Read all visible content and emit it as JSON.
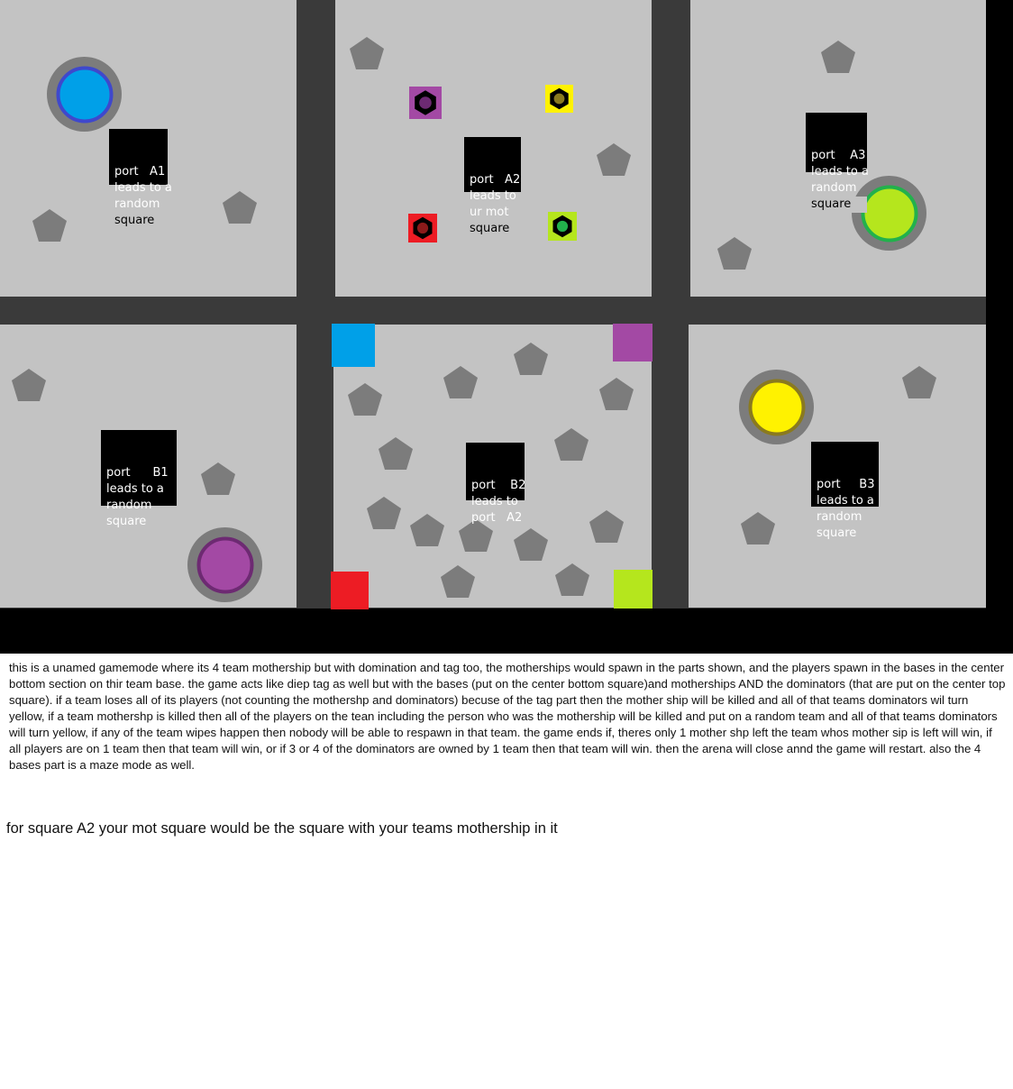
{
  "colors": {
    "road": "#3a3a3a",
    "square": "#c3c3c3",
    "pentagon": "#7c7c7c",
    "blue_team": "#00a0e8",
    "green_team": "#b5e61d",
    "yellow_team": "#fff200",
    "purple_team": "#a349a4",
    "red_team": "#ed1c24"
  },
  "ports": {
    "a1": {
      "lines": [
        "port   A1",
        "leads to a",
        "random",
        "square"
      ]
    },
    "a2": {
      "lines": [
        "port   A2",
        "leads to",
        "ur mot",
        "square"
      ]
    },
    "a3": {
      "lines": [
        "port    A3",
        "leads to a",
        "random",
        "square"
      ]
    },
    "b1": {
      "lines": [
        "port      B1",
        "leads to a",
        "random",
        "square"
      ]
    },
    "b2": {
      "lines": [
        "port    B2",
        "leads to",
        "port   A2"
      ]
    },
    "b3": {
      "lines": [
        "port     B3",
        "leads to a",
        "random",
        "square"
      ]
    }
  },
  "description": "this is a unamed gamemode where its 4 team mothership but with domination and tag too, the motherships would spawn in the parts shown, and the players spawn in the bases in the center bottom section on thir team base. the game acts like diep tag as well but with the bases (put on the center bottom square)and motherships AND the dominators (that are put on the center top square). if a team loses all of its players (not counting the mothershp and dominators) becuse of the tag part then the mother ship will be killed and all of that teams dominators wil turn yellow, if a team mothershp is killed then all of the players on the tean including the person who was the mothership will be killed and put on a random team and all of that teams dominators will turn yellow, if any of the team wipes happen then nobody will be able to  respawn in that team. the game ends if, theres only 1 mother shp left the team whos mother sip is left will win, if all players are on 1 team then that team will win, or if 3 or 4 of the dominators are owned by 1 team then that team will win. then the arena will close annd the game will restart. also the 4 bases part is a maze mode as well.",
  "note": "for square A2 your mot square would be the square with your teams mothership in it",
  "motherships": [
    "blue",
    "green",
    "yellow",
    "purple"
  ],
  "dominators": [
    "purple",
    "yellow",
    "red",
    "green"
  ],
  "bases": [
    "blue",
    "purple",
    "red",
    "green"
  ]
}
